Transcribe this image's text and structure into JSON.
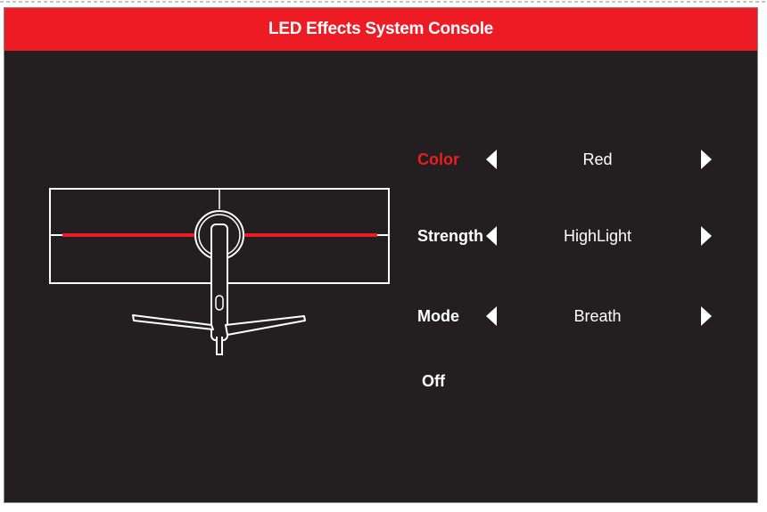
{
  "window": {
    "title": "LED Effects System Console"
  },
  "colors": {
    "accent": "#ed1c24",
    "background": "#231f20",
    "text": "#ffffff"
  },
  "settings": [
    {
      "label": "Color",
      "value": "Red",
      "active": true
    },
    {
      "label": "Strength",
      "value": "HighLight",
      "active": false
    },
    {
      "label": "Mode",
      "value": "Breath",
      "active": false
    }
  ],
  "off_label": "Off",
  "icons": {
    "prev": "left-triangle-icon",
    "next": "right-triangle-icon",
    "monitor": "monitor-rear-led-illustration"
  }
}
